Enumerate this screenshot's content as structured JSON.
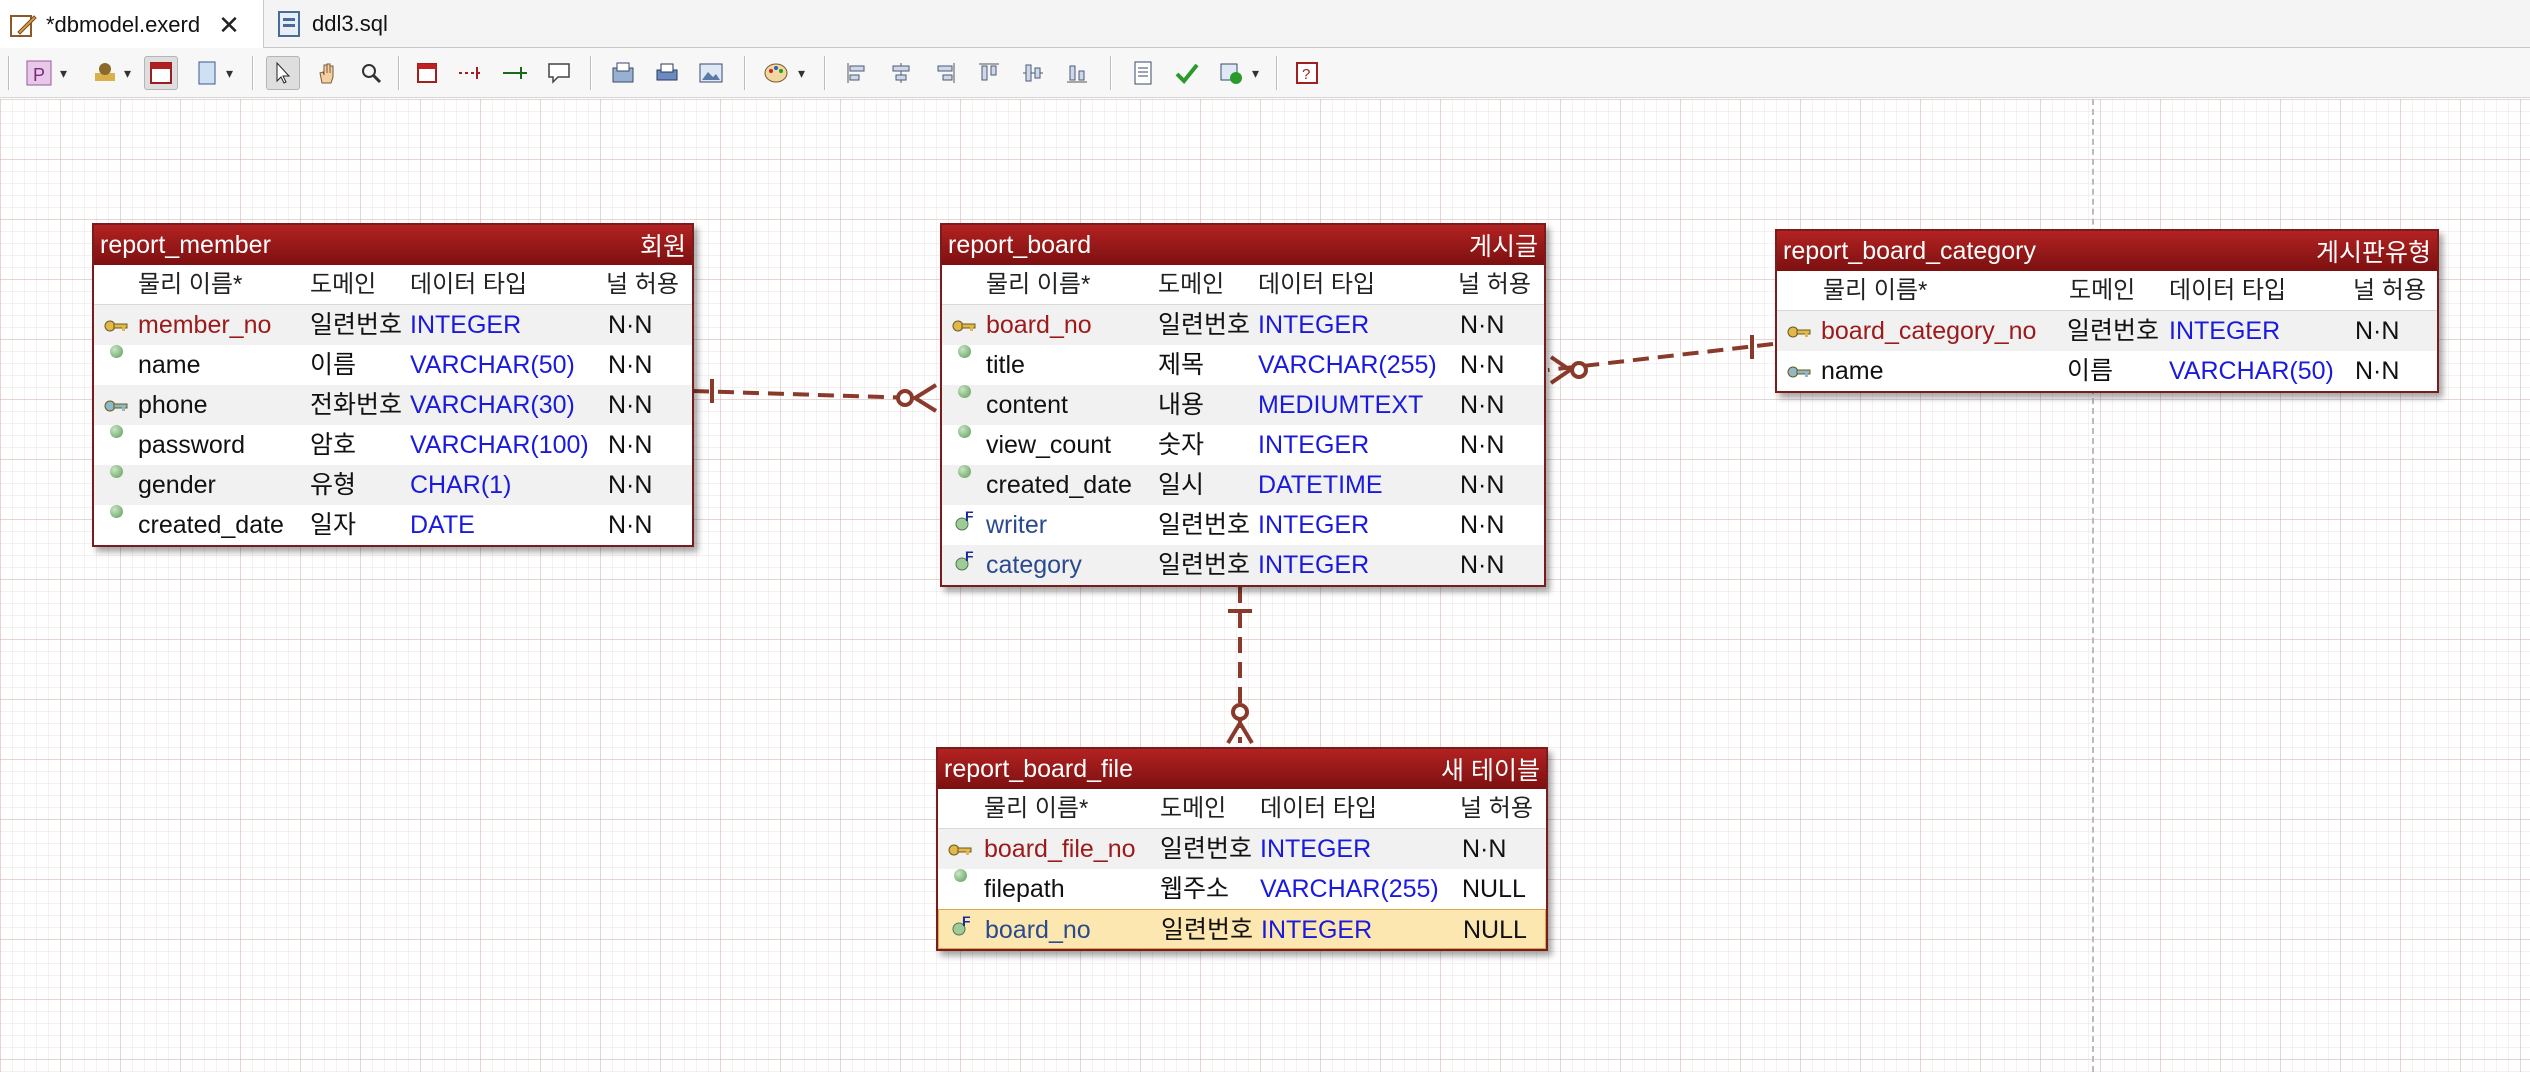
{
  "tabs": [
    {
      "label": "*dbmodel.exerd",
      "icon": "erd-file-icon",
      "active": true
    },
    {
      "label": "ddl3.sql",
      "icon": "sql-file-icon",
      "active": false
    }
  ],
  "toolbar": {
    "icons": [
      "select-pointer-icon",
      "hand-pan-icon",
      "zoom-icon",
      "table-icon",
      "relation-nonidentify-icon",
      "relation-identify-icon",
      "note-icon",
      "export-icon",
      "print-icon",
      "image-icon",
      "palette-icon",
      "align-left-icon",
      "align-center-icon",
      "align-right-icon",
      "align-top-icon",
      "align-middle-icon",
      "align-bottom-icon",
      "ddl-icon",
      "check-icon",
      "sync-icon",
      "help-icon"
    ]
  },
  "column_headers": {
    "physical": "물리 이름*",
    "domain": "도메인",
    "datatype": "데이터 타입",
    "nullable": "널 허용"
  },
  "entities": {
    "member": {
      "name": "report_member",
      "logical": "회원",
      "rows": [
        {
          "name": "member_no",
          "domain": "일련번호",
          "type": "INTEGER",
          "null": "N·N",
          "kind": "pk"
        },
        {
          "name": "name",
          "domain": "이름",
          "type": "VARCHAR(50)",
          "null": "N·N",
          "kind": "col"
        },
        {
          "name": "phone",
          "domain": "전화번호",
          "type": "VARCHAR(30)",
          "null": "N·N",
          "kind": "uk"
        },
        {
          "name": "password",
          "domain": "암호",
          "type": "VARCHAR(100)",
          "null": "N·N",
          "kind": "col"
        },
        {
          "name": "gender",
          "domain": "유형",
          "type": "CHAR(1)",
          "null": "N·N",
          "kind": "col"
        },
        {
          "name": "created_date",
          "domain": "일자",
          "type": "DATE",
          "null": "N·N",
          "kind": "col"
        }
      ]
    },
    "board": {
      "name": "report_board",
      "logical": "게시글",
      "rows": [
        {
          "name": "board_no",
          "domain": "일련번호",
          "type": "INTEGER",
          "null": "N·N",
          "kind": "pk"
        },
        {
          "name": "title",
          "domain": "제목",
          "type": "VARCHAR(255)",
          "null": "N·N",
          "kind": "col"
        },
        {
          "name": "content",
          "domain": "내용",
          "type": "MEDIUMTEXT",
          "null": "N·N",
          "kind": "col"
        },
        {
          "name": "view_count",
          "domain": "숫자",
          "type": "INTEGER",
          "null": "N·N",
          "kind": "col"
        },
        {
          "name": "created_date",
          "domain": "일시",
          "type": "DATETIME",
          "null": "N·N",
          "kind": "col"
        },
        {
          "name": "writer",
          "domain": "일련번호",
          "type": "INTEGER",
          "null": "N·N",
          "kind": "fk"
        },
        {
          "name": "category",
          "domain": "일련번호",
          "type": "INTEGER",
          "null": "N·N",
          "kind": "fk"
        }
      ]
    },
    "category": {
      "name": "report_board_category",
      "logical": "게시판유형",
      "rows": [
        {
          "name": "board_category_no",
          "domain": "일련번호",
          "type": "INTEGER",
          "null": "N·N",
          "kind": "pk"
        },
        {
          "name": "name",
          "domain": "이름",
          "type": "VARCHAR(50)",
          "null": "N·N",
          "kind": "uk"
        }
      ]
    },
    "file": {
      "name": "report_board_file",
      "logical": "새 테이블",
      "rows": [
        {
          "name": "board_file_no",
          "domain": "일련번호",
          "type": "INTEGER",
          "null": "N·N",
          "kind": "pk"
        },
        {
          "name": "filepath",
          "domain": "웹주소",
          "type": "VARCHAR(255)",
          "null": "NULL",
          "kind": "col"
        },
        {
          "name": "board_no",
          "domain": "일련번호",
          "type": "INTEGER",
          "null": "NULL",
          "kind": "fk",
          "selected": true
        }
      ]
    }
  },
  "colors": {
    "header": "#9e1b1b",
    "pk_text": "#9c1a1a",
    "fk_text": "#2a4a8f",
    "type_text": "#1a1adf",
    "relation": "#8a3a2a"
  }
}
